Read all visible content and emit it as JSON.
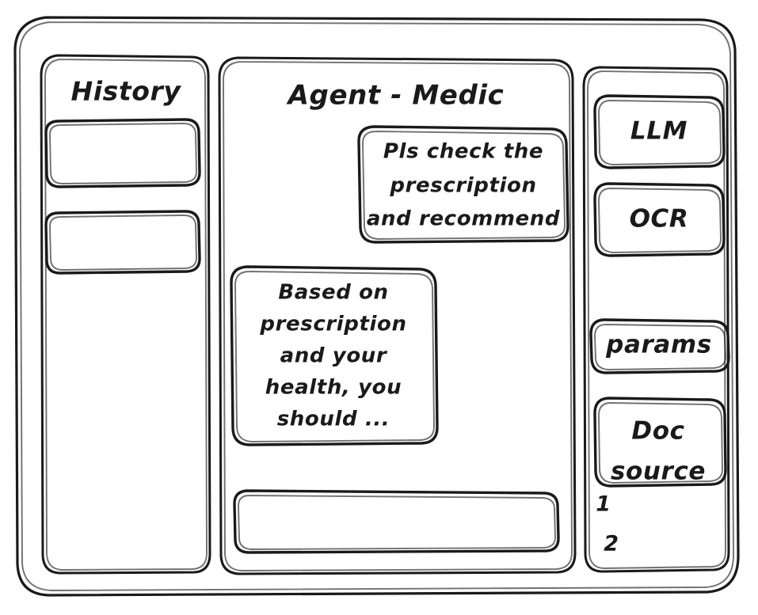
{
  "window": {
    "name": "agent-medic-wireframe"
  },
  "sidebar_left": {
    "title": "History",
    "items": [
      {
        "label": ""
      },
      {
        "label": ""
      }
    ]
  },
  "main": {
    "title": "Agent - Medic",
    "messages": [
      {
        "role": "user",
        "align": "right",
        "lines": [
          "Pls check the",
          "prescription",
          "and recommend"
        ]
      },
      {
        "role": "assistant",
        "align": "left",
        "lines": [
          "Based on",
          "prescription",
          "and your",
          "health, you",
          "should ..."
        ]
      }
    ],
    "composer": {
      "value": "",
      "placeholder": ""
    }
  },
  "sidebar_right": {
    "tools": [
      {
        "label": "LLM"
      },
      {
        "label": "OCR"
      },
      {
        "label": "params"
      },
      {
        "label": "Doc\nsource"
      }
    ],
    "doc_source": {
      "label_line1": "Doc",
      "label_line2": "source",
      "items": [
        "1",
        "2"
      ]
    }
  },
  "style": {
    "stroke": "#1a1a1a",
    "background": "#ffffff"
  }
}
